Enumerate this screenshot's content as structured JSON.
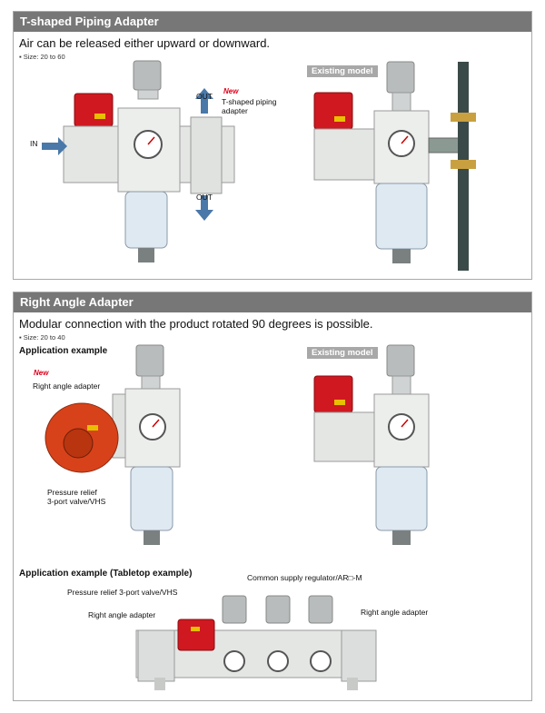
{
  "section1": {
    "title": "T-shaped Piping Adapter",
    "lead": "Air can be released either upward or downward.",
    "size": "Size: 20 to 60",
    "new_badge": "New",
    "callout": "T-shaped piping adapter",
    "arrow_in": "IN",
    "arrow_out_up": "OUT",
    "arrow_out_down": "OUT",
    "existing": "Existing model"
  },
  "section2": {
    "title": "Right Angle Adapter",
    "lead": "Modular connection with the product rotated 90 degrees is possible.",
    "size": "Size: 20 to 40",
    "app1": "Application example",
    "new_badge": "New",
    "callout_adapter": "Right angle adapter",
    "callout_valve_line1": "Pressure relief",
    "callout_valve_line2": "3-port valve/VHS",
    "existing": "Existing model",
    "app2": "Application example (Tabletop example)",
    "callout_common": "Common supply regulator/AR□-M",
    "callout_valve2": "Pressure relief 3-port valve/VHS",
    "callout_adapter_left": "Right angle adapter",
    "callout_adapter_right": "Right angle adapter"
  },
  "colors": {
    "header_bg": "#777777",
    "accent_red": "#d01820",
    "arrow_blue": "#4a78a8",
    "new_red": "#e0001b"
  }
}
